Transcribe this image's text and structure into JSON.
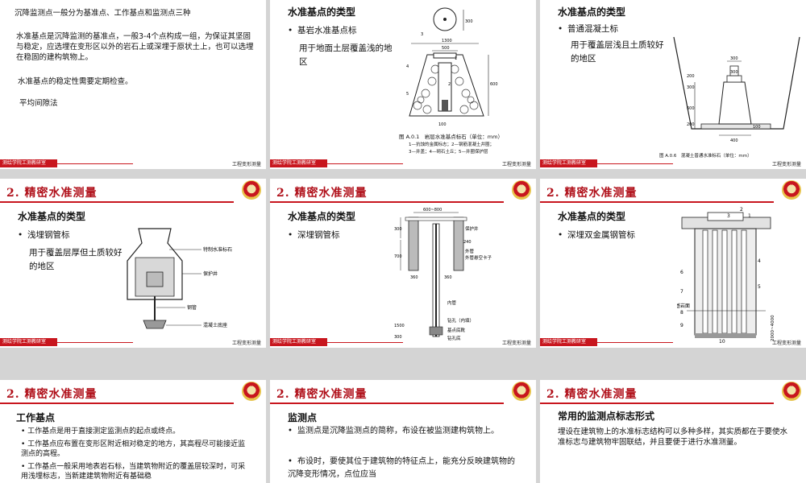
{
  "slides": {
    "s1": {
      "line1": "沉降监测点一般分为基准点、工作基点和监测点三种",
      "para": "水准基点是沉降监测的基准点，一般3-4个点构成一组，为保证其坚固与稳定，应选埋在变形区以外的岩石上或深埋于原状土上，也可以选埋在稳固的建构筑物上。",
      "line2": "水准基点的稳定性需要定期检查。",
      "line3": "平均间隙法"
    },
    "s2": {
      "heading": "水准基点的类型",
      "bullet": "基岩水准基点标",
      "sub": "用于地面土层覆盖浅的地区",
      "caption": "图 A.0.1　岩层水准基点标石（单位：mm）",
      "legend1": "1—抗蚀的金属标志；2—钢筋混凝土井圈；",
      "legend2": "3—井盖；4—砌石土丘；5—井圈保护层",
      "dims": [
        "1300",
        "500",
        "300",
        "600",
        "100"
      ],
      "labels": [
        "1",
        "2",
        "3",
        "4",
        "5"
      ]
    },
    "s3": {
      "heading": "水准基点的类型",
      "bullet": "普通混凝土标",
      "sub": "用于覆盖层浅且土质较好的地区",
      "caption": "图 A.0.6　混凝土普通水准标石（单位：mm）",
      "dims": [
        "300",
        "300",
        "400",
        "200",
        "300",
        "600",
        "200",
        "100"
      ]
    },
    "s4": {
      "header": "2. 精密水准测量",
      "heading": "水准基点的类型",
      "bullet": "浅埋钢管标",
      "sub": "用于覆盖层厚但土质较好的地区",
      "labels": [
        "特制水准标石",
        "保护井",
        "钢管",
        "混凝土底座"
      ]
    },
    "s5": {
      "header": "2. 精密水准测量",
      "heading": "水准基点的类型",
      "bullet": "深埋钢管标",
      "labels": [
        "保护井",
        "外管",
        "外管悬空卡子",
        "内管",
        "钻孔（内填）",
        "基点底靴",
        "钻孔底"
      ],
      "dims": [
        "600~800",
        "240",
        "300",
        "700",
        "360",
        "360",
        "1500",
        "300"
      ]
    },
    "s6": {
      "header": "2. 精密水准测量",
      "heading": "水准基点的类型",
      "bullet": "深埋双金属钢管标",
      "labels": [
        "2",
        "1",
        "3",
        "4",
        "5",
        "6",
        "7",
        "8",
        "9",
        "10"
      ],
      "rockface": "基岩面",
      "dim": "2000~4000"
    },
    "s7": {
      "header": "2. 精密水准测量",
      "heading": "工作基点",
      "items": [
        "工作基点是用于直接测定监测点的起点或终点。",
        "工作基点应布置在变形区附近相对稳定的地方，其高程尽可能接近监测点的高程。",
        "工作基点一般采用地表岩石标，当建筑物附近的覆盖层较深时，可采用浅埋标志，当新建建筑物附近有基础稳"
      ]
    },
    "s8": {
      "header": "2. 精密水准测量",
      "heading": "监测点",
      "items": [
        "监测点是沉降监测点的简称，布设在被监测建构筑物上。",
        "布设时，要使其位于建筑物的特征点上，能充分反映建筑物的沉降变形情况，点位应当"
      ]
    },
    "s9": {
      "header": "2. 精密水准测量",
      "heading": "常用的监测点标志形式",
      "para": "埋设在建筑物上的水准标志结构可以多种多样，其实质都在于要使水准标志与建筑物牢固联结，并且要便于进行水准测量。"
    }
  },
  "footer": {
    "org": "测绘学院工测教研室",
    "course": "工程变形测量"
  },
  "colors": {
    "accent": "#c8161e",
    "gap": "#d4d4d4"
  }
}
